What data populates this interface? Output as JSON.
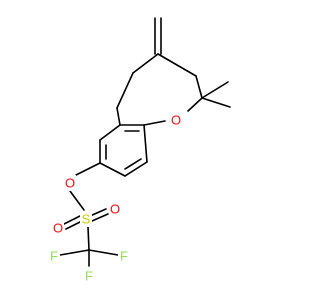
{
  "atoms": {
    "oxygen_ring": {
      "symbol": "O",
      "color": "#ff0d0d"
    },
    "oxygen_ester": {
      "symbol": "O",
      "color": "#ff0d0d"
    },
    "sulfur": {
      "symbol": "S",
      "color": "#cccc00"
    },
    "oxygen_sulfonyl_left": {
      "symbol": "O",
      "color": "#ff0d0d"
    },
    "oxygen_sulfonyl_right": {
      "symbol": "O",
      "color": "#ff0d0d"
    },
    "fluorine_left": {
      "symbol": "F",
      "color": "#90e050"
    },
    "fluorine_right": {
      "symbol": "F",
      "color": "#90e050"
    },
    "fluorine_bottom": {
      "symbol": "F",
      "color": "#90e050"
    }
  }
}
